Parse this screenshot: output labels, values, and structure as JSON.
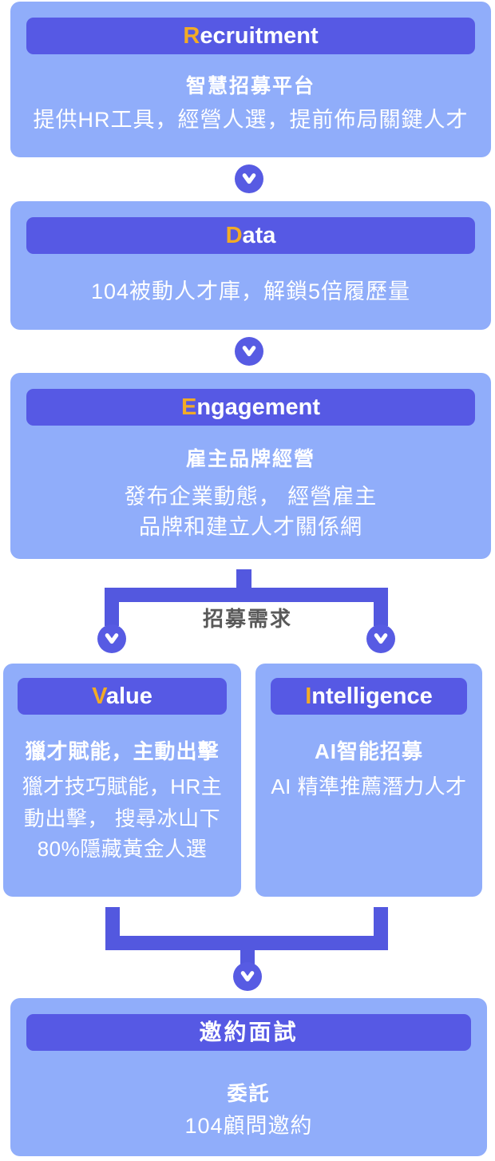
{
  "palette": {
    "box_bg": "#90ADFA",
    "header_bg": "#5659E4",
    "connector": "#5358DF",
    "circle_bg": "#575BE3",
    "accent_letter": "#F2AB26",
    "text_color": "#FFFFFF",
    "branch_label_color": "#595959",
    "page_bg": "#FFFFFF"
  },
  "cards": {
    "recruitment": {
      "title_accent": "R",
      "title_rest": "ecruitment",
      "heading": "智慧招募平台",
      "lines": [
        "提供HR工具，經營人選，提前佈局關鍵人才"
      ]
    },
    "data": {
      "title_accent": "D",
      "title_rest": "ata",
      "lines": [
        "104被動人才庫，解鎖5倍履歷量"
      ]
    },
    "engagement": {
      "title_accent": "E",
      "title_rest": "ngagement",
      "heading": "雇主品牌經營",
      "lines": [
        "發布企業動態， 經營雇主",
        "品牌和建立人才關係網"
      ]
    },
    "value": {
      "title_accent": "V",
      "title_rest": "alue",
      "heading": "獵才賦能，主動出擊",
      "lines": [
        "獵才技巧賦能，HR主",
        "動出擊， 搜尋冰山下",
        "80%隱藏黃金人選"
      ]
    },
    "intelligence": {
      "title_accent": "I",
      "title_rest": "ntelligence",
      "heading": "AI智能招募",
      "lines": [
        "AI 精準推薦潛力人才"
      ]
    },
    "interview": {
      "title": "邀約面試",
      "heading": "委託",
      "lines": [
        "104顧問邀約"
      ]
    }
  },
  "connector": {
    "branch_label": "招募需求"
  }
}
